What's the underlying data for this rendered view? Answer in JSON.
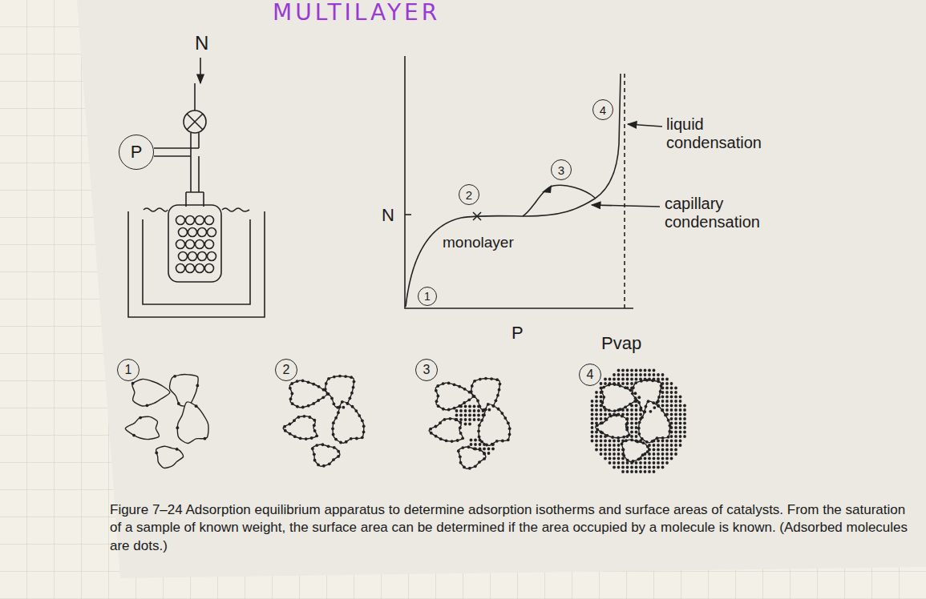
{
  "diagram": {
    "caption": "Figure 7–24 Adsorption equilibrium apparatus to determine adsorption isotherms and surface areas of catalysts. From the saturation of a sample of known weight, the surface area can be determined if the area occupied by a molecule is known. (Adsorbed molecules are dots.)",
    "nodes": [
      {
        "text": [
          "P"
        ]
      },
      {
        "text": [
          "4"
        ]
      },
      {
        "text": [
          "3"
        ]
      },
      {
        "text": [
          "2"
        ]
      },
      {
        "text": [
          "1"
        ]
      },
      {
        "text": [
          "1"
        ]
      },
      {
        "text": [
          "2"
        ]
      },
      {
        "text": [
          "3"
        ]
      },
      {
        "text": [
          "4"
        ]
      }
    ],
    "labels": [
      "MULTILAYER",
      "N",
      "N",
      "monolayer",
      "P",
      "Pvap",
      "liquid condensation",
      "capillary condensation"
    ]
  }
}
